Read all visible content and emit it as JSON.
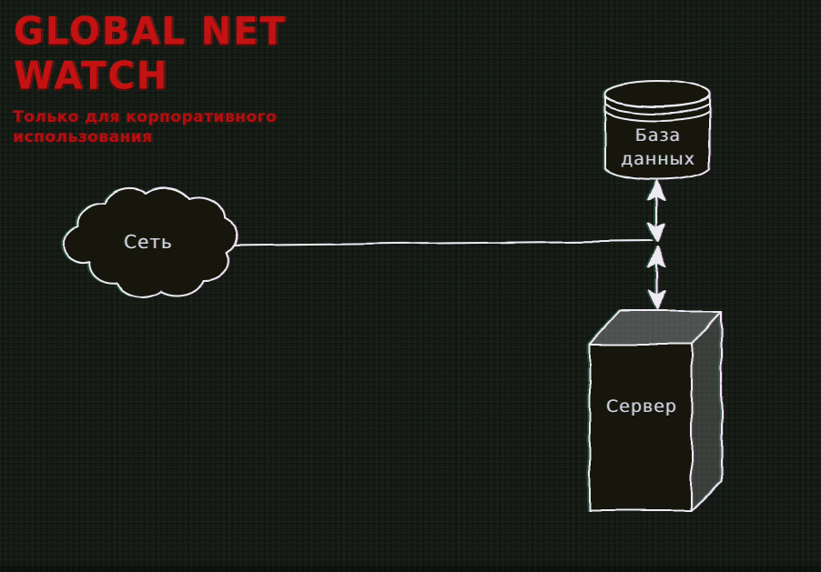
{
  "header": {
    "title_line1": "GLOBAL NET",
    "title_line2": "WATCH",
    "subtitle_line1": "Только для корпоративного",
    "subtitle_line2": "использования"
  },
  "colors": {
    "background": "#10140b",
    "title_red": "#c31212",
    "subtitle_red": "#b21010",
    "line_white": "#eceaf2",
    "label_gray": "#d3d5dd"
  },
  "diagram": {
    "nodes": [
      {
        "id": "network",
        "shape": "cloud",
        "label": "Сеть"
      },
      {
        "id": "database",
        "shape": "cylinder",
        "label_line1": "База",
        "label_line2": "данных"
      },
      {
        "id": "server",
        "shape": "box3d",
        "label": "Сервер"
      }
    ],
    "edges": [
      {
        "from": "network",
        "to": "junction",
        "style": "plain-line"
      },
      {
        "from": "database",
        "to": "junction",
        "style": "double-headed-arrow"
      },
      {
        "from": "junction",
        "to": "server",
        "style": "double-headed-arrow"
      }
    ]
  }
}
